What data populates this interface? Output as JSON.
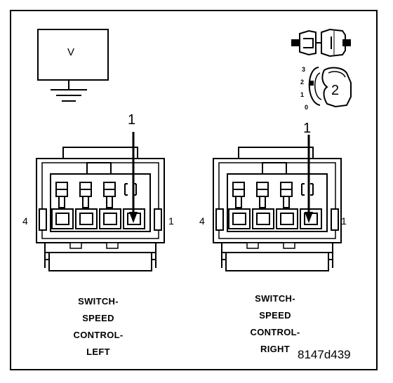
{
  "meter": {
    "symbol": "V"
  },
  "position_scale": [
    "3",
    "2",
    "1",
    "0"
  ],
  "position_selected": "2",
  "left_connector": {
    "pin_marker": "1",
    "end_left": "4",
    "end_right": "1",
    "caption": [
      "SWITCH-",
      "SPEED",
      "CONTROL-",
      "LEFT"
    ]
  },
  "right_connector": {
    "pin_marker": "1",
    "end_left": "4",
    "end_right": "1",
    "caption": [
      "SWITCH-",
      "SPEED",
      "CONTROL-",
      "RIGHT"
    ]
  },
  "figure_id": "8147d439"
}
